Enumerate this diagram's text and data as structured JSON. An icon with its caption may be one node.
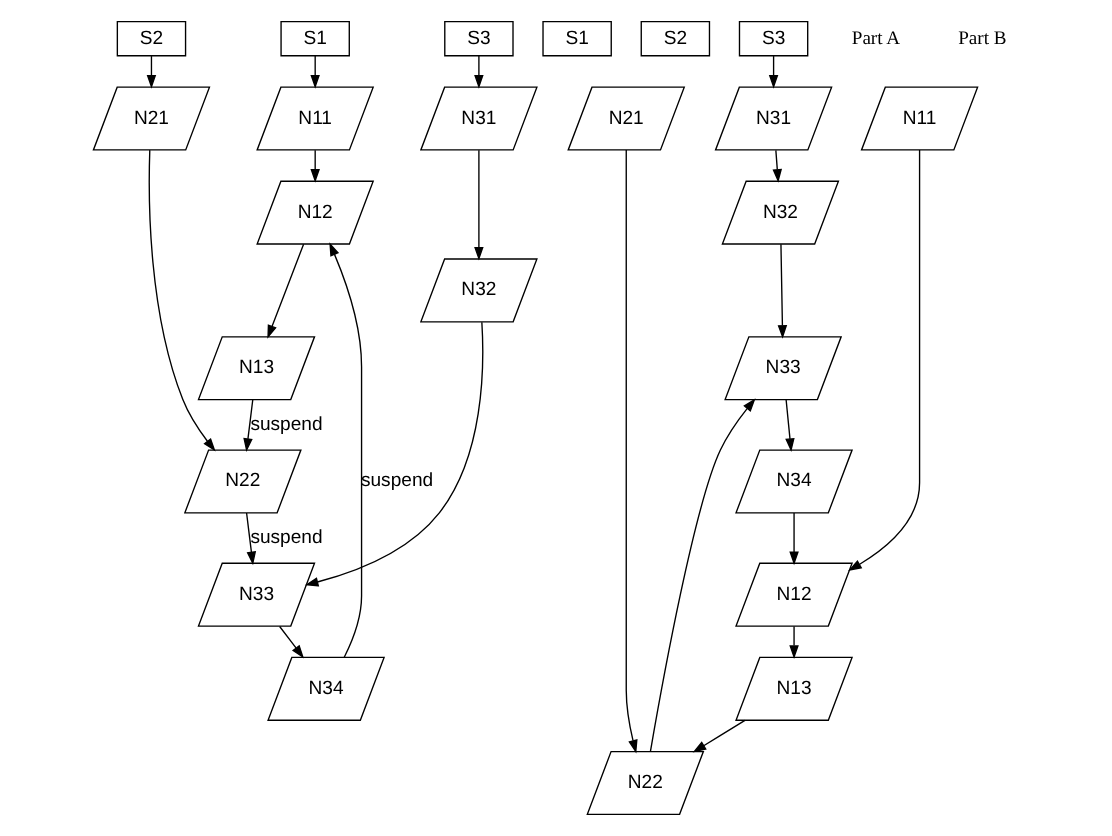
{
  "diagram": {
    "nodes": [
      {
        "text": [
          "S1"
        ]
      },
      {
        "text": [
          "S2"
        ]
      },
      {
        "text": [
          "S3"
        ]
      },
      {
        "text": [
          "N11"
        ]
      },
      {
        "text": [
          "N21"
        ]
      },
      {
        "text": [
          "N31"
        ]
      },
      {
        "text": [
          "N12"
        ]
      },
      {
        "text": [
          "N22"
        ]
      },
      {
        "text": [
          "N32"
        ]
      },
      {
        "text": [
          "N13"
        ]
      },
      {
        "text": [
          "N33"
        ]
      },
      {
        "text": [
          "N34"
        ]
      },
      {
        "text": [
          "S1"
        ]
      },
      {
        "text": [
          "S2"
        ]
      },
      {
        "text": [
          "S3"
        ]
      },
      {
        "text": [
          "N11"
        ]
      },
      {
        "text": [
          "N21"
        ]
      },
      {
        "text": [
          "N31"
        ]
      },
      {
        "text": [
          "N32"
        ]
      },
      {
        "text": [
          "N33"
        ]
      },
      {
        "text": [
          "N34"
        ]
      },
      {
        "text": [
          "N12"
        ]
      },
      {
        "text": [
          "N13"
        ]
      },
      {
        "text": [
          "N22"
        ]
      }
    ],
    "edges": [
      {
        "from": 0,
        "to": 3,
        "arrow": "to"
      },
      {
        "from": 1,
        "to": 4,
        "arrow": "to"
      },
      {
        "from": 2,
        "to": 5,
        "arrow": "to"
      },
      {
        "from": 3,
        "to": 6,
        "arrow": "to"
      },
      {
        "from": 4,
        "to": 7,
        "arrow": "to"
      },
      {
        "from": 5,
        "to": 8,
        "arrow": "to"
      },
      {
        "from": 6,
        "to": 9,
        "arrow": "to"
      },
      {
        "from": 8,
        "to": 10,
        "arrow": "to"
      },
      {
        "from": 10,
        "to": 11,
        "arrow": "to"
      },
      {
        "from": 9,
        "to": 7,
        "arrow": "to",
        "label": "suspend"
      },
      {
        "from": 7,
        "to": 10,
        "arrow": "to",
        "label": "suspend"
      },
      {
        "from": 11,
        "to": 6,
        "arrow": "to",
        "label": "suspend"
      },
      {
        "from": 14,
        "to": 17,
        "arrow": "to"
      },
      {
        "from": 17,
        "to": 18,
        "arrow": "to"
      },
      {
        "from": 18,
        "to": 19,
        "arrow": "to"
      },
      {
        "from": 19,
        "to": 20,
        "arrow": "to"
      },
      {
        "from": 20,
        "to": 21,
        "arrow": "to"
      },
      {
        "from": 21,
        "to": 22,
        "arrow": "to"
      },
      {
        "from": 22,
        "to": 23,
        "arrow": "to"
      },
      {
        "from": 15,
        "to": 21,
        "arrow": "to"
      },
      {
        "from": 16,
        "to": 23,
        "arrow": "to"
      },
      {
        "from": 23,
        "to": 19,
        "arrow": "to"
      }
    ],
    "labels": [
      "Part A",
      "Part B"
    ]
  }
}
